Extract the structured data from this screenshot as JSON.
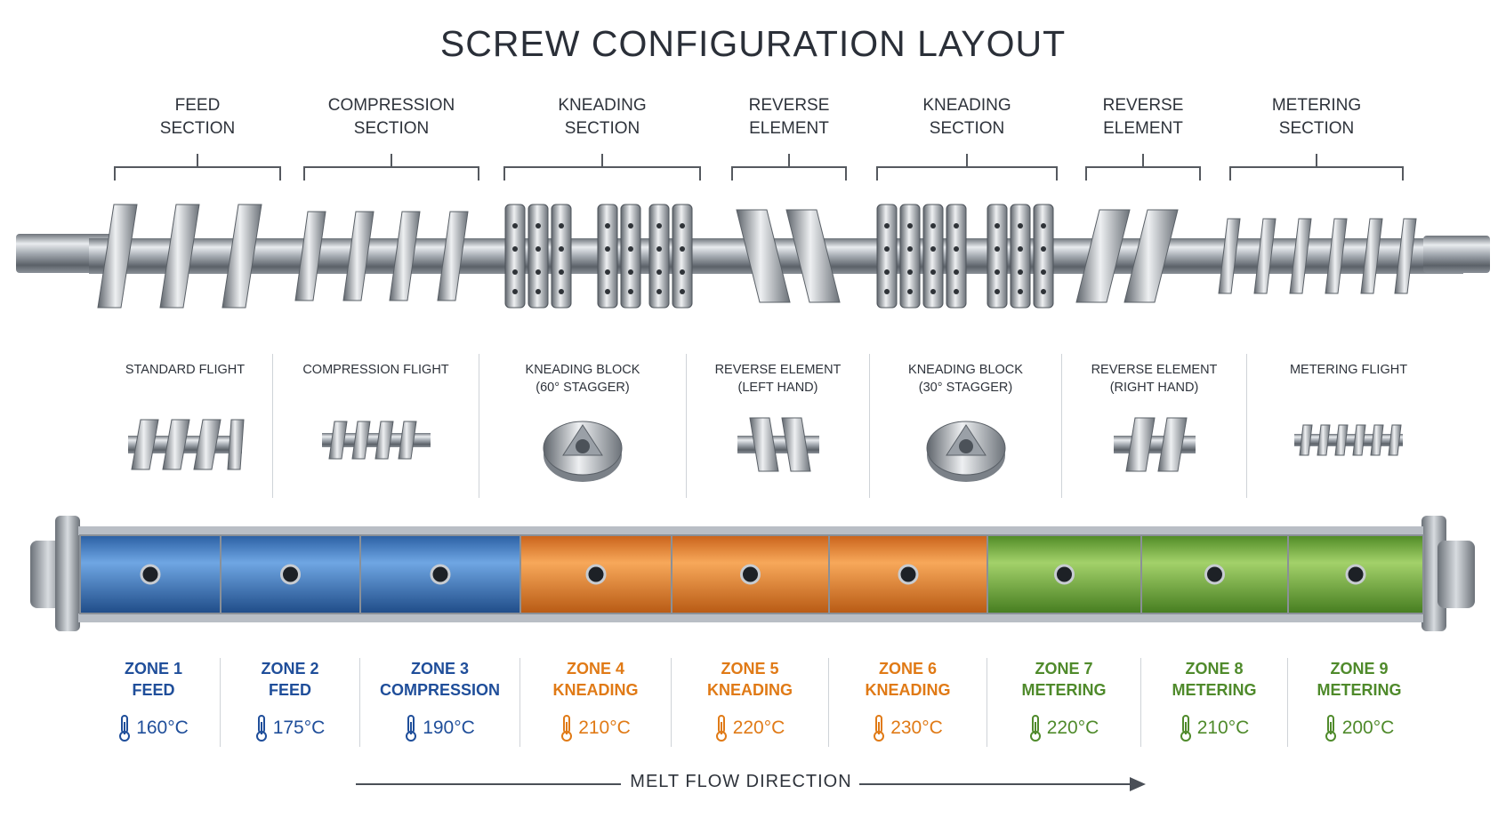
{
  "title": "SCREW CONFIGURATION LAYOUT",
  "sections": [
    {
      "line1": "FEED",
      "line2": "SECTION"
    },
    {
      "line1": "COMPRESSION",
      "line2": "SECTION"
    },
    {
      "line1": "KNEADING",
      "line2": "SECTION"
    },
    {
      "line1": "REVERSE",
      "line2": "ELEMENT"
    },
    {
      "line1": "KNEADING",
      "line2": "SECTION"
    },
    {
      "line1": "REVERSE",
      "line2": "ELEMENT"
    },
    {
      "line1": "METERING",
      "line2": "SECTION"
    }
  ],
  "elements": [
    {
      "label": "STANDARD FLIGHT",
      "icon": "standard-flight-icon"
    },
    {
      "label": "COMPRESSION FLIGHT",
      "icon": "compression-flight-icon"
    },
    {
      "label": "KNEADING BLOCK\n(60° STAGGER)",
      "icon": "kneading-block-icon"
    },
    {
      "label": "REVERSE ELEMENT\n(LEFT HAND)",
      "icon": "reverse-element-icon"
    },
    {
      "label": "KNEADING BLOCK\n(30° STAGGER)",
      "icon": "kneading-block-icon"
    },
    {
      "label": "REVERSE ELEMENT\n(RIGHT HAND)",
      "icon": "reverse-element-icon"
    },
    {
      "label": "METERING FLIGHT",
      "icon": "metering-flight-icon"
    }
  ],
  "zones": [
    {
      "name": "ZONE 1\nFEED",
      "temp": "160°C",
      "color": "#1f4e9a"
    },
    {
      "name": "ZONE 2\nFEED",
      "temp": "175°C",
      "color": "#1f4e9a"
    },
    {
      "name": "ZONE 3\nCOMPRESSION",
      "temp": "190°C",
      "color": "#1f4e9a"
    },
    {
      "name": "ZONE 4\nKNEADING",
      "temp": "210°C",
      "color": "#e07a16"
    },
    {
      "name": "ZONE 5\nKNEADING",
      "temp": "220°C",
      "color": "#e07a16"
    },
    {
      "name": "ZONE 6\nKNEADING",
      "temp": "230°C",
      "color": "#e07a16"
    },
    {
      "name": "ZONE 7\nMETERING",
      "temp": "220°C",
      "color": "#4f8a2b"
    },
    {
      "name": "ZONE 8\nMETERING",
      "temp": "210°C",
      "color": "#4f8a2b"
    },
    {
      "name": "ZONE 9\nMETERING",
      "temp": "200°C",
      "color": "#4f8a2b"
    }
  ],
  "barrel_colors": {
    "blue": "#3f7fc9",
    "orange": "#ee8a2c",
    "green": "#74ad3c",
    "steel": "#b9bec5"
  },
  "flow_label": "MELT FLOW DIRECTION"
}
